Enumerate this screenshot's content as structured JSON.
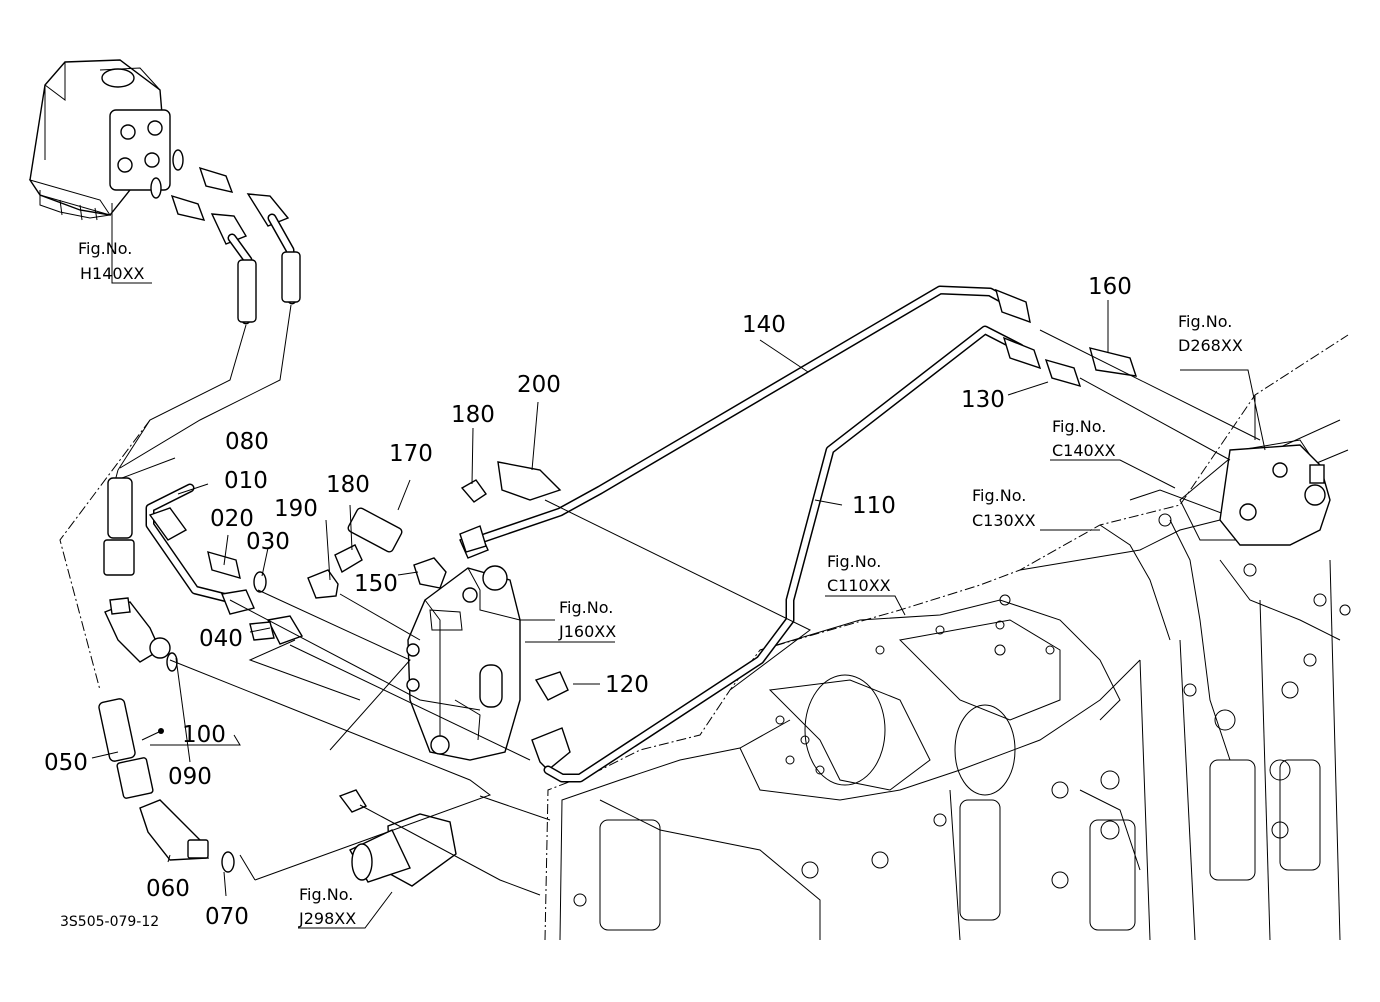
{
  "diagram_code": "3S505-079-12",
  "callouts": {
    "p010": "010",
    "p020": "020",
    "p030": "030",
    "p040": "040",
    "p050": "050",
    "p060": "060",
    "p070": "070",
    "p080": "080",
    "p090": "090",
    "p100": "100",
    "p110": "110",
    "p120": "120",
    "p130": "130",
    "p140": "140",
    "p150": "150",
    "p160": "160",
    "p170": "170",
    "p180a": "180",
    "p180b": "180",
    "p190": "190",
    "p200": "200"
  },
  "fig_refs": {
    "prefix": "Fig.No.",
    "h140": "H140XX",
    "j160": "J160XX",
    "j298": "J298XX",
    "c110": "C110XX",
    "c130": "C130XX",
    "c140": "C140XX",
    "d268": "D268XX"
  }
}
